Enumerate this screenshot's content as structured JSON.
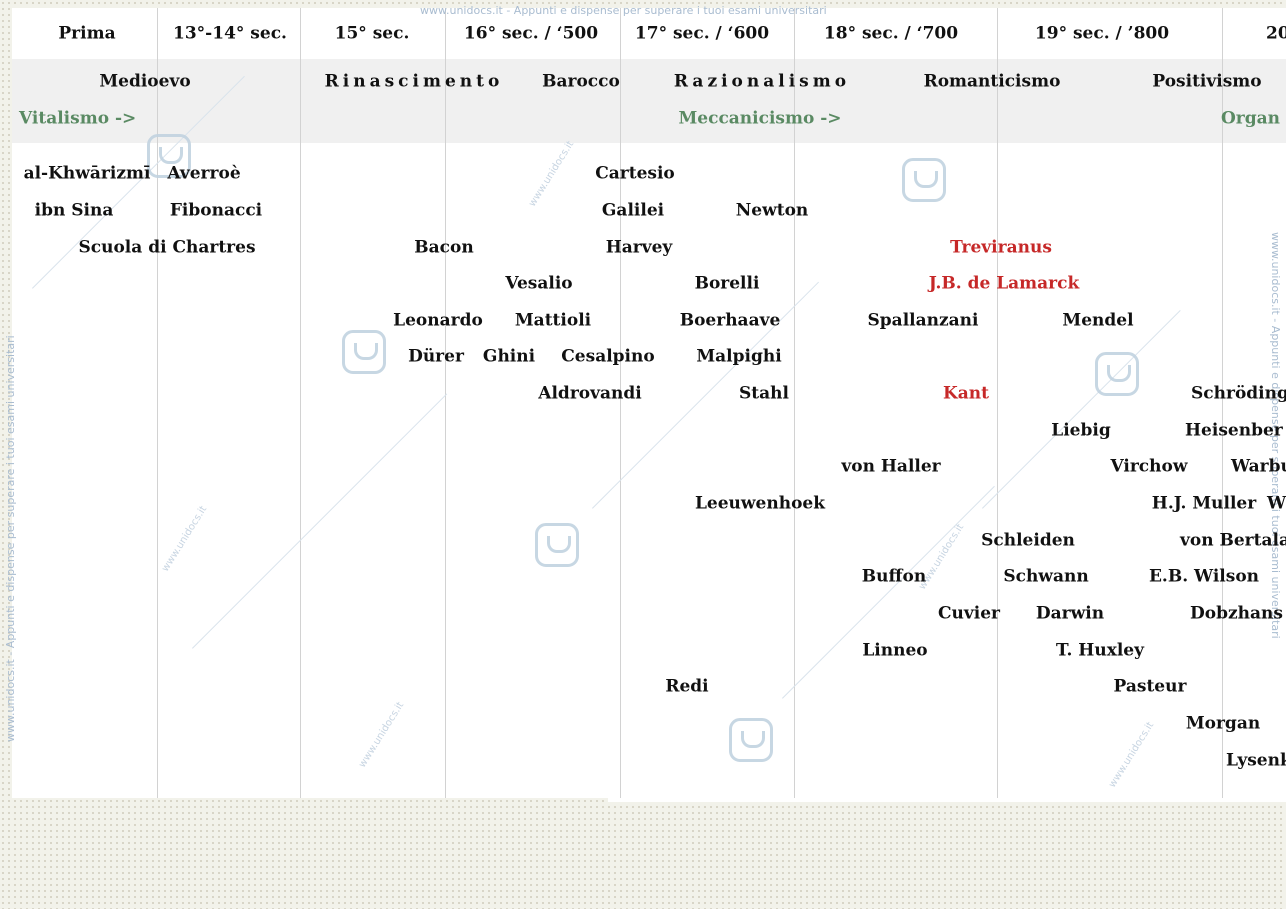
{
  "periods": [
    "Prima",
    "13°-14° sec.",
    "15° sec.",
    "16° sec. / ‘500",
    "17° sec. / ‘600",
    "18° sec. / ‘700",
    "19° sec. / ’800",
    "20"
  ],
  "eras": [
    "Medioevo",
    "Rinascimento",
    "Barocco",
    "Razionalismo",
    "Romanticismo",
    "Positivismo"
  ],
  "movements": [
    "Vitalismo ->",
    "Meccanicismo ->",
    "Organ"
  ],
  "names": {
    "khwarizmi": "al-Khwārizmī",
    "averroe": "Averroè",
    "cartesio": "Cartesio",
    "ibn_sina": "ibn Sina",
    "fibonacci": "Fibonacci",
    "galilei": "Galilei",
    "newton": "Newton",
    "chartres": "Scuola di Chartres",
    "bacon": "Bacon",
    "harvey": "Harvey",
    "treviranus": "Treviranus",
    "vesalio": "Vesalio",
    "borelli": "Borelli",
    "lamarck": "J.B. de Lamarck",
    "leonardo": "Leonardo",
    "mattioli": "Mattioli",
    "boerhaave": "Boerhaave",
    "spallanzani": "Spallanzani",
    "mendel": "Mendel",
    "durer": "Dürer",
    "ghini": "Ghini",
    "cesalpino": "Cesalpino",
    "malpighi": "Malpighi",
    "aldrovandi": "Aldrovandi",
    "stahl": "Stahl",
    "kant": "Kant",
    "schrodinger": "Schröding",
    "liebig": "Liebig",
    "heisenberg": "Heisenber",
    "von_haller": "von Haller",
    "virchow": "Virchow",
    "warburg": "Warbu",
    "leeuwenhoek": "Leeuwenhoek",
    "hj_muller": "H.J. Muller",
    "w_partial": "W",
    "schleiden": "Schleiden",
    "von_bertalanffy": "von Bertala",
    "buffon": "Buffon",
    "schwann": "Schwann",
    "eb_wilson": "E.B. Wilson",
    "cuvier": "Cuvier",
    "darwin": "Darwin",
    "dobzhansky": "Dobzhans",
    "linneo": "Linneo",
    "t_huxley": "T. Huxley",
    "redi": "Redi",
    "pasteur": "Pasteur",
    "morgan": "Morgan",
    "lysenko": "Lysenk"
  },
  "watermark": {
    "top": "www.unidocs.it - Appunti e dispense per superare i tuoi esami universitari",
    "left": "www.unidocs.it - Appunti e dispense per superare i tuoi esami universitari",
    "right": "www.unidocs.it - Appunti e dispense per superare i tuoi esami universitari",
    "small": "www.unidocs.it"
  },
  "colors": {
    "movement": "#5a8a63",
    "highlight": "#c62828",
    "text": "#111111",
    "band": "#f0f0f0"
  }
}
